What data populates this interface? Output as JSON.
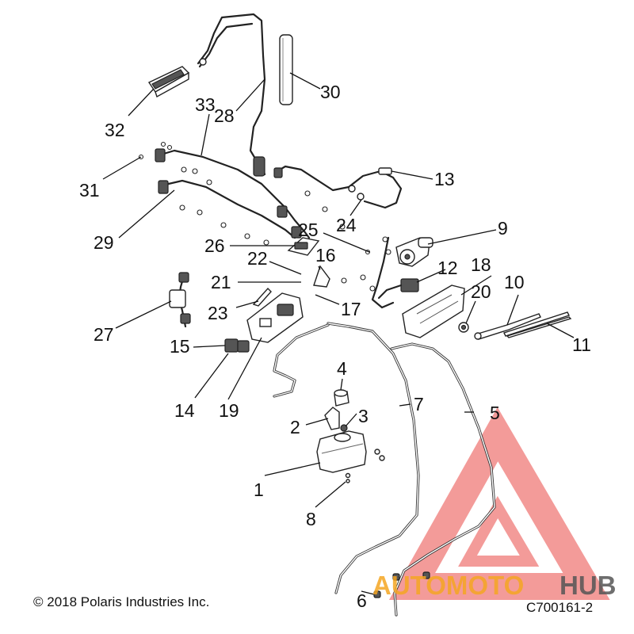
{
  "diagram": {
    "callouts": [
      "1",
      "2",
      "3",
      "4",
      "5",
      "6",
      "7",
      "8",
      "9",
      "10",
      "11",
      "12",
      "13",
      "14",
      "15",
      "16",
      "17",
      "18",
      "19",
      "20",
      "21",
      "22",
      "23",
      "24",
      "25",
      "26",
      "27",
      "28",
      "29",
      "30",
      "31",
      "32",
      "33"
    ]
  },
  "footer": {
    "copyright": "© 2018 Polaris Industries Inc.",
    "diagram_code": "C700161-2"
  },
  "watermark": {
    "brand_part1": "AUTOMOTO",
    "brand_part2": "HUB",
    "color_primary": "#f07a78",
    "color_accent": "#f5a623",
    "color_dark": "#555555"
  }
}
